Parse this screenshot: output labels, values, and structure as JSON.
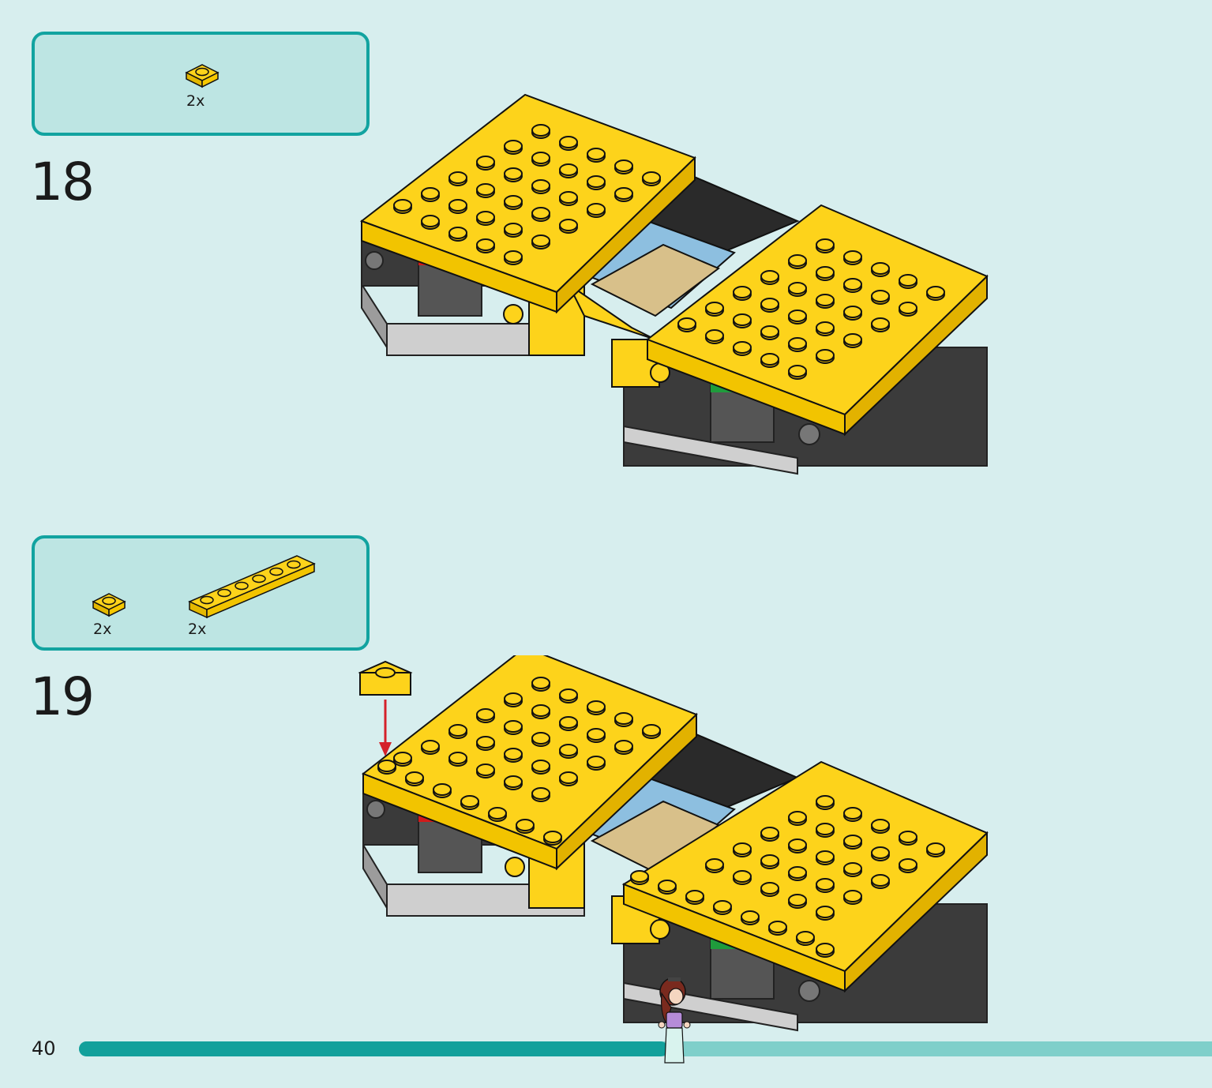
{
  "page": {
    "number": "40",
    "progress": 0.52
  },
  "steps": [
    {
      "number": "18",
      "parts": [
        {
          "icon": "yellow-plate-1x1",
          "qty": "2x"
        }
      ]
    },
    {
      "number": "19",
      "parts": [
        {
          "icon": "yellow-plate-1x1",
          "qty": "2x"
        },
        {
          "icon": "yellow-plate-1x6",
          "qty": "2x"
        }
      ]
    }
  ],
  "colors": {
    "accent": "#12a3a0",
    "background": "#d7eeee",
    "brick_yellow": "#fdd31b",
    "assembly_arrow": "#d4212a"
  }
}
